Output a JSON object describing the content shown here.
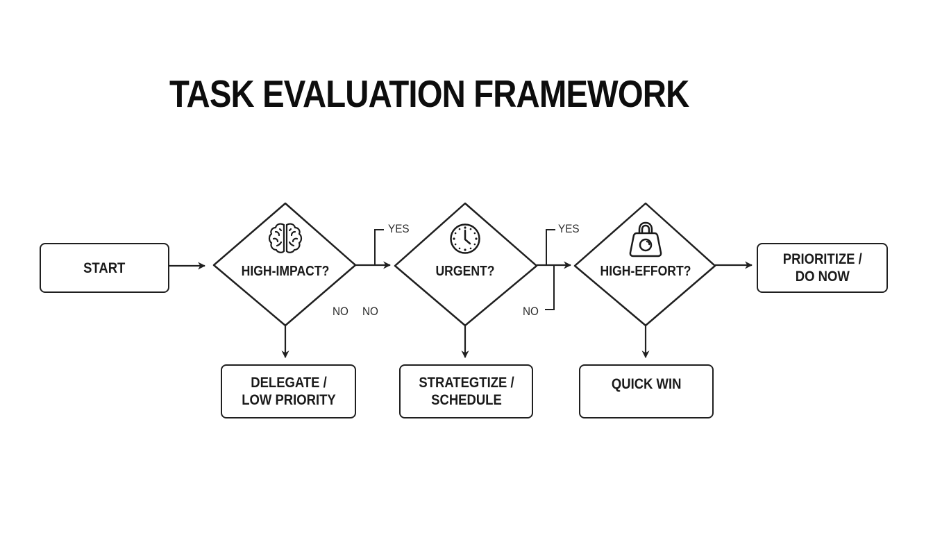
{
  "diagram": {
    "title": "TASK EVALUATION FRAMEWORK",
    "nodes": {
      "start": {
        "type": "process",
        "label": "START"
      },
      "high_impact": {
        "type": "decision",
        "label": "HIGH-IMPACT?",
        "icon": "brain-icon"
      },
      "urgent": {
        "type": "decision",
        "label": "URGENT?",
        "icon": "clock-icon"
      },
      "high_effort": {
        "type": "decision",
        "label": "HIGH-EFFORT?",
        "icon": "kettlebell-icon"
      },
      "prioritize": {
        "type": "process",
        "label": "PRIORITIZE /\nDO NOW"
      },
      "delegate": {
        "type": "process",
        "label": "DELEGATE /\nLOW PRIORITY"
      },
      "strategize": {
        "type": "process",
        "label": "STRATEGTIZE /\nSCHEDULE"
      },
      "quick_win": {
        "type": "process",
        "label": "QUICK WIN"
      }
    },
    "edge_labels": {
      "high_impact_yes": "YES",
      "urgent_yes": "YES",
      "no_1": "NO",
      "no_2": "NO",
      "no_3": "NO"
    },
    "edges": [
      {
        "from": "start",
        "to": "high_impact",
        "label": ""
      },
      {
        "from": "high_impact",
        "to": "urgent",
        "label": "YES"
      },
      {
        "from": "high_impact",
        "to": "delegate",
        "label": "NO"
      },
      {
        "from": "urgent",
        "to": "high_effort",
        "label": "YES"
      },
      {
        "from": "urgent",
        "to": "strategize",
        "label": "NO"
      },
      {
        "from": "high_effort",
        "to": "prioritize",
        "label": ""
      },
      {
        "from": "high_effort",
        "to": "quick_win",
        "label": ""
      }
    ],
    "colors": {
      "stroke": "#1f1f1f",
      "text": "#1a1a1a",
      "background": "#ffffff"
    }
  }
}
